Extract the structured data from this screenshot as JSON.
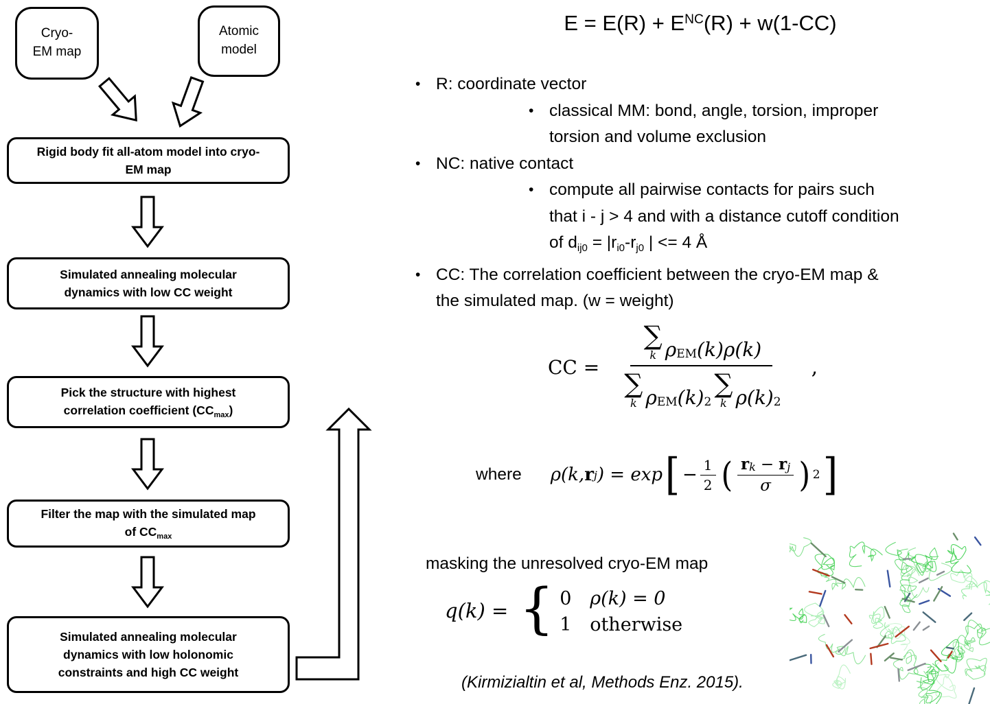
{
  "flowchart": {
    "cryo_box": "Cryo-\nEM map",
    "atomic_box": "Atomic\nmodel",
    "step1": "Rigid body fit all-atom model into cryo-\nEM map",
    "step2": "Simulated annealing molecular\ndynamics with low CC weight",
    "step3_pre": "Pick the structure with highest\ncorrelation coefficient (CC",
    "step3_sub": "max",
    "step3_post": ")",
    "step4_pre": "Filter the map with the simulated map\nof CC",
    "step4_sub": "max",
    "step5": "Simulated annealing molecular\ndynamics with low holonomic\nconstraints and high CC weight"
  },
  "title_eq": {
    "p1": "E = E(R) + E",
    "sup": "NC",
    "p2": "(R) + w(1-CC)"
  },
  "bullets": {
    "r_head": "R: coordinate vector",
    "r_sub_l1": "classical MM: bond, angle, torsion, improper",
    "r_sub_l2": "torsion and volume exclusion",
    "nc_head": "NC: native contact",
    "nc_sub_l1": "compute all pairwise contacts for pairs such",
    "nc_sub_l2": "that i - j > 4 and with a distance cutoff condition",
    "nc_sub_l3": {
      "p1": "of d",
      "s1": "ij0",
      "p2": " = |r",
      "s2": "i0",
      "p3": "-r",
      "s3": "j0",
      "p4": " | <= 4 Å"
    },
    "cc_head_l1": "CC: The correlation coefficient between the cryo-EM map &",
    "cc_head_l2": "the simulated map. (w = weight)"
  },
  "cc_equation": {
    "lhs": "CC =",
    "sigma": "∑",
    "limit": "k",
    "rho": "ρ",
    "sup_em": "EM",
    "paren_k": "(k)",
    "rho_k": "ρ(k)",
    "two": "2",
    "comma": ","
  },
  "where_block": {
    "label": "where",
    "p1": "ρ(k, ",
    "r": "r",
    "sub_j": "j",
    "sub_k": "k",
    "p2": ") = exp",
    "lbracket": "[",
    "rbracket": "]",
    "minus": "−",
    "one": "1",
    "two": "2",
    "lparen": "(",
    "rparen": ")",
    "sigma": "σ",
    "sup2": "2"
  },
  "masking_label": "masking the unresolved cryo-EM map",
  "q_equation": {
    "lhs": "q(k) =",
    "brace": "{",
    "row1_val": "0",
    "row1_cond": "ρ(k) = 0",
    "row2_val": "1",
    "row2_cond": "otherwise"
  },
  "citation": "(Kirmizialtin et al, Methods Enz. 2015).",
  "molecule": {
    "mesh_colors": [
      "#2ecc40",
      "#8ce89a"
    ],
    "stick_colors": [
      "#b33a20",
      "#4a6a7a",
      "#3a55a0",
      "#6b8f6b",
      "#8a8f94"
    ]
  }
}
